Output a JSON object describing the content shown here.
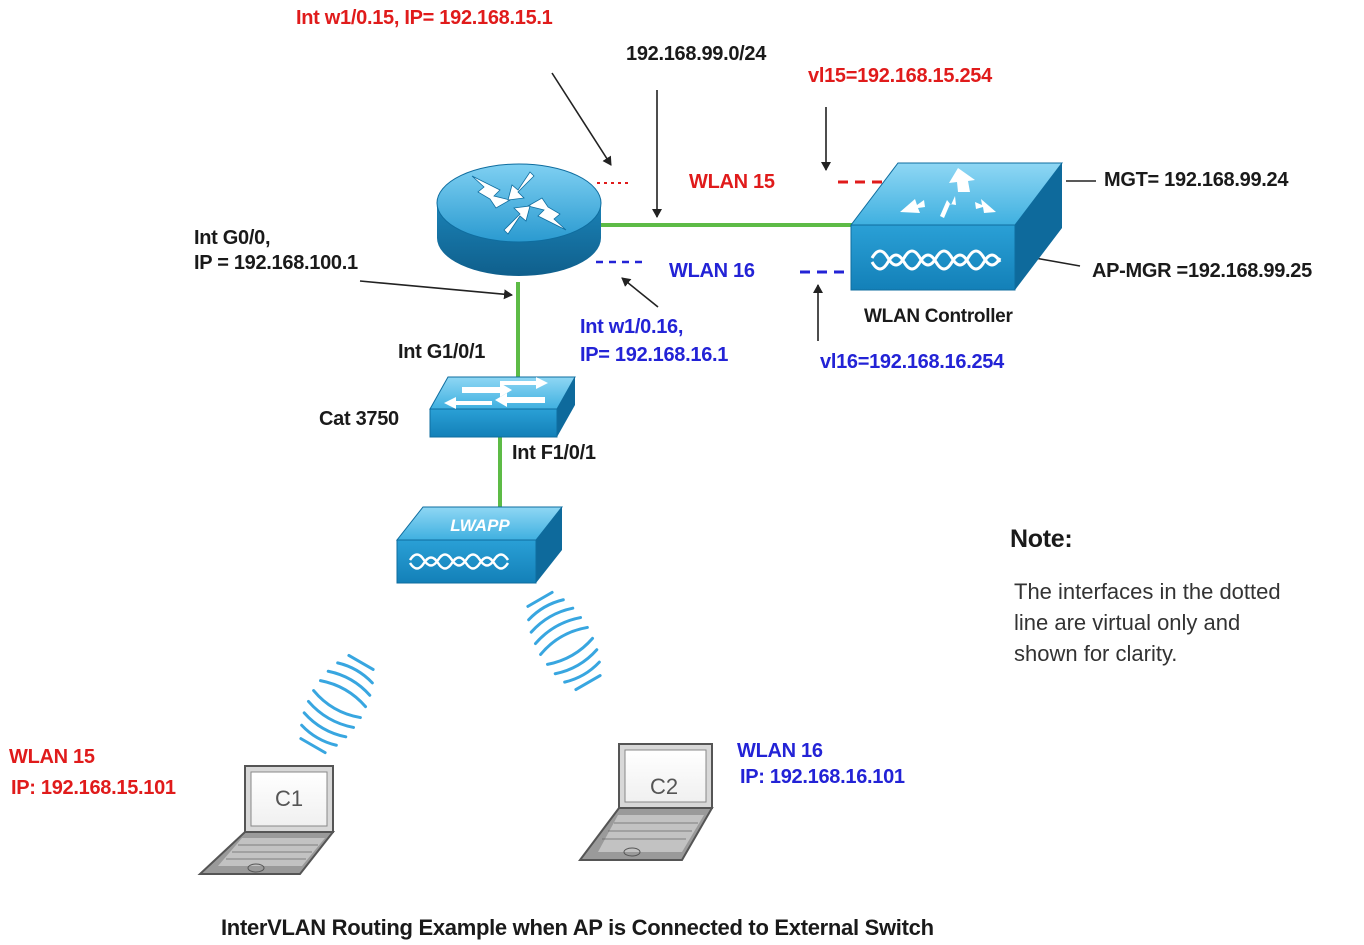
{
  "labels": {
    "router_w1_015": "Int w1/0.15, IP= 192.168.15.1",
    "subnet_99": "192.168.99.0/24",
    "vl15": "vl15=192.168.15.254",
    "wlan15_mid": "WLAN 15",
    "mgt": "MGT= 192.168.99.24",
    "g00_line1": "Int G0/0,",
    "g00_line2": "IP = 192.168.100.1",
    "wlan16_mid": "WLAN 16",
    "ap_mgr": "AP-MGR =192.168.99.25",
    "w1_016_line1": "Int w1/0.16,",
    "w1_016_line2": "IP= 192.168.16.1",
    "wlc_name": "WLAN Controller",
    "vl16": "vl16=192.168.16.254",
    "g101": "Int G1/0/1",
    "cat3750": "Cat 3750",
    "f101": "Int F1/0/1",
    "lwapp": "LWAPP",
    "c1_wlan": "WLAN 15",
    "c1_ip": "IP: 192.168.15.101",
    "c2_wlan": "WLAN 16",
    "c2_ip": "IP: 192.168.16.101",
    "c1_name": "C1",
    "c2_name": "C2"
  },
  "note": {
    "title": "Note:",
    "line1": "The interfaces in the dotted",
    "line2": "line are virtual only and",
    "line3": "shown for clarity."
  },
  "caption": "InterVLAN Routing Example when AP is Connected to External Switch",
  "colors": {
    "red": "#e01b1b",
    "blue": "#2323d6",
    "link_green": "#5dbb46",
    "device_blue": "#1c8fc4",
    "device_light": "#6fc6ea"
  },
  "icons": [
    "router-icon",
    "wlan-controller-icon",
    "switch-icon",
    "access-point-icon",
    "laptop-icon",
    "wireless-signal-icon"
  ]
}
